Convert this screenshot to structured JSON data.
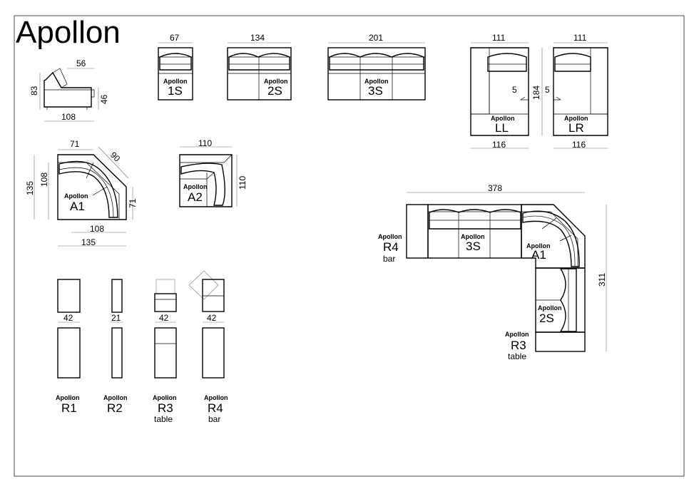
{
  "title": "Apollon",
  "brand": "Apollon",
  "side_view": {
    "width_top": "56",
    "height": "83",
    "seat_height": "46",
    "width_bottom": "108"
  },
  "modules": {
    "m1s": {
      "code": "1S",
      "width": "67"
    },
    "m2s": {
      "code": "2S",
      "width": "134"
    },
    "m3s": {
      "code": "3S",
      "width": "201"
    },
    "mll": {
      "code": "LL",
      "width_top": "111",
      "width_bottom": "116",
      "inset": "5"
    },
    "mlr": {
      "code": "LR",
      "width_top": "111",
      "width_bottom": "116",
      "inset": "5",
      "depth": "184"
    },
    "ma1": {
      "code": "A1",
      "top": "71",
      "diag": "90",
      "left_outer": "135",
      "left_inner": "108",
      "right": "71",
      "bottom_inner": "108",
      "bottom_outer": "135"
    },
    "ma2": {
      "code": "A2",
      "width": "110",
      "depth": "110"
    }
  },
  "extras": [
    {
      "code": "R1",
      "sub": "",
      "width": "42"
    },
    {
      "code": "R2",
      "sub": "",
      "width": "21"
    },
    {
      "code": "R3",
      "sub": "table",
      "width": "42"
    },
    {
      "code": "R4",
      "sub": "bar",
      "width": "42"
    }
  ],
  "combo": {
    "width": "378",
    "depth": "311",
    "labels": [
      {
        "code": "R4",
        "sub": "bar"
      },
      {
        "code": "3S",
        "sub": ""
      },
      {
        "code": "A1",
        "sub": ""
      },
      {
        "code": "2S",
        "sub": ""
      },
      {
        "code": "R3",
        "sub": "table"
      }
    ]
  }
}
